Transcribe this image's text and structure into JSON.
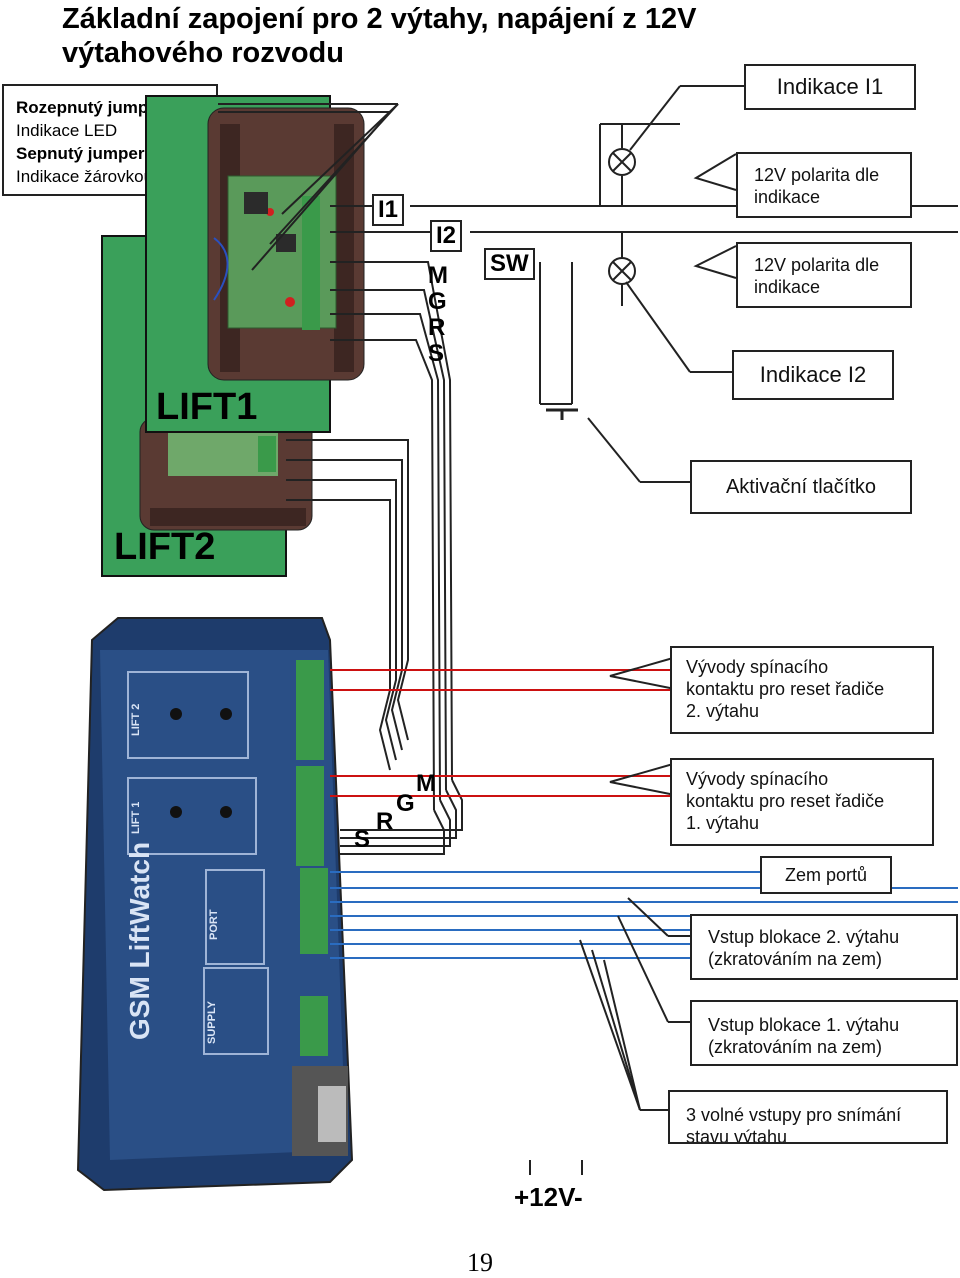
{
  "title_line1": "Základní zapojení pro 2 výtahy, napájení z 12V",
  "title_line2": "výtahového rozvodu",
  "legend": {
    "line1": "Rozepnutý  jumper",
    "line2": "Indikace LED",
    "line3": "Sepnutý jumper",
    "line4": "Indikace žárovkou"
  },
  "labels": {
    "indikace_i1": "Indikace I1",
    "polarita_a_1": "12V polarita dle",
    "polarita_a_2": "indikace",
    "polarita_b_1": "12V polarita dle",
    "polarita_b_2": "indikace",
    "indikace_i2": "Indikace I2",
    "aktivacni": "Aktivační tlačítko",
    "vyvody2_1": "Vývody  spínacího",
    "vyvody2_2": "kontaktu pro reset řadiče",
    "vyvody2_3": "2. výtahu",
    "vyvody1_1": "Vývody  spínacího",
    "vyvody1_2": "kontaktu pro reset řadiče",
    "vyvody1_3": "1. výtahu",
    "zem": "Zem portů",
    "blok2_1": "Vstup blokace 2. výtahu",
    "blok2_2": "(zkratováním na zem)",
    "blok1_1": "Vstup blokace 1. výtahu",
    "blok1_2": "(zkratováním na zem)",
    "volne_1": "3 volné vstupy pro snímání",
    "volne_2": "stavu výtahu"
  },
  "wire_labels": {
    "i1": "I1",
    "i2": "I2",
    "m": "M",
    "g": "G",
    "r": "R",
    "s": "S",
    "sw": "SW",
    "m2": "M",
    "g2": "G",
    "r2": "R",
    "s2": "S",
    "power": "+12V-"
  },
  "modules": {
    "lift1": "LIFT1",
    "lift2": "LIFT2",
    "main_unit": "GSM LiftWatch",
    "port_label": "PORT",
    "supply_label": "SUPPLY",
    "lift1_side": "LIFT 1",
    "lift2_side": "LIFT 2"
  },
  "page_number": "19",
  "colors": {
    "module_green": "#3aa05a",
    "module_body": "#5a3a33",
    "pcb": "#5a9a5a",
    "main_unit": "#2a4f86",
    "wire_red": "#cc1111",
    "wire_blue": "#2a6cc0",
    "terminal": "#3a9a4a"
  }
}
